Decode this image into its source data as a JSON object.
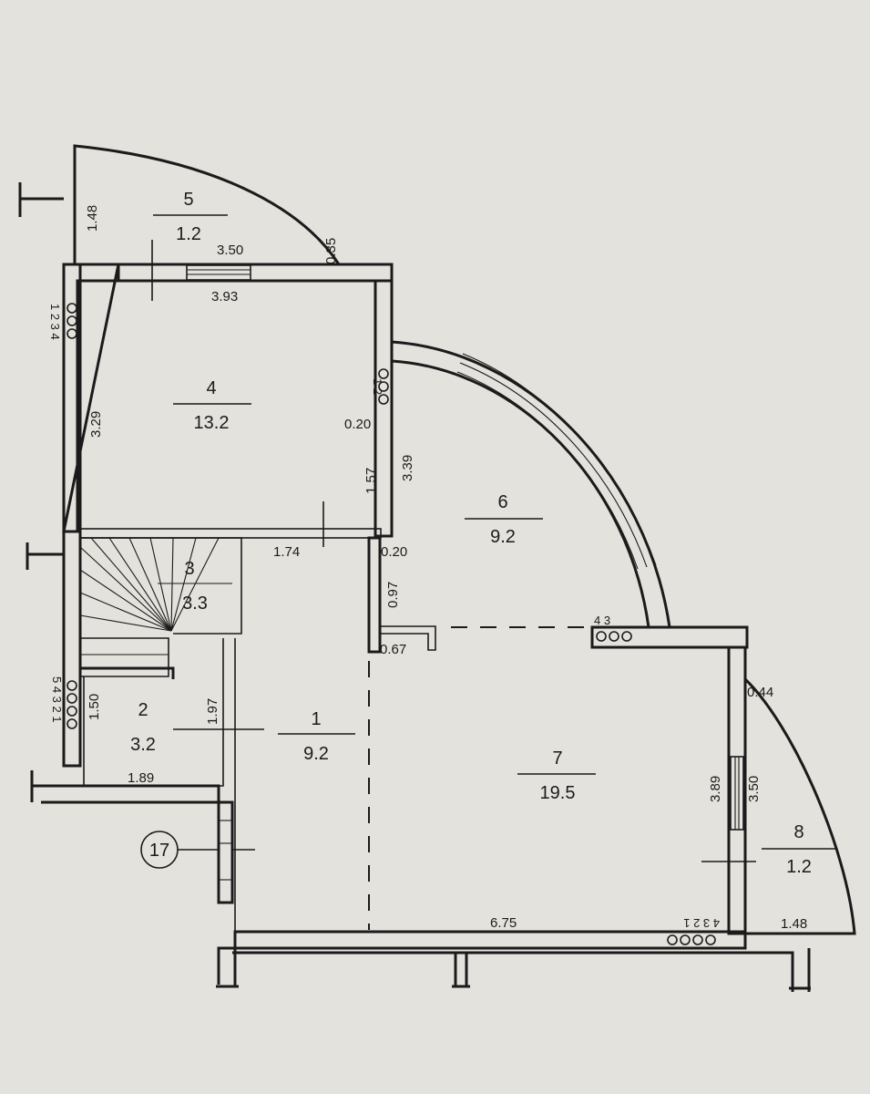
{
  "rooms": [
    {
      "id": "1",
      "number": "1",
      "area": "9.2"
    },
    {
      "id": "2",
      "number": "2",
      "area": "3.2"
    },
    {
      "id": "3",
      "number": "3",
      "area": "3.3"
    },
    {
      "id": "4",
      "number": "4",
      "area": "13.2"
    },
    {
      "id": "5",
      "number": "5",
      "area": "1.2"
    },
    {
      "id": "6",
      "number": "6",
      "area": "9.2"
    },
    {
      "id": "7",
      "number": "7",
      "area": "19.5"
    },
    {
      "id": "8",
      "number": "8",
      "area": "1.2"
    }
  ],
  "dimensions": {
    "d148_top": "1.48",
    "d350_top": "3.50",
    "d035": "0.35",
    "d393": "3.93",
    "d329": "3.29",
    "d020_a": "0.20",
    "d157": "1.57",
    "d339": "3.39",
    "d174": "1.74",
    "d020_b": "0.20",
    "d097": "0.97",
    "d067": "0.67",
    "d150": "1.50",
    "d197": "1.97",
    "d189": "1.89",
    "d675": "6.75",
    "d389": "3.89",
    "d350_right": "3.50",
    "d044": "0.44",
    "d148_bottom": "1.48"
  },
  "marks": {
    "heating_top": "4 3",
    "heating_bottom": "4 3 2 1",
    "heating_left_upper": "1 2 3 4",
    "heating_left_lower": "5 4 3 2 1",
    "heating_mid": "1 2"
  },
  "callout": "17"
}
